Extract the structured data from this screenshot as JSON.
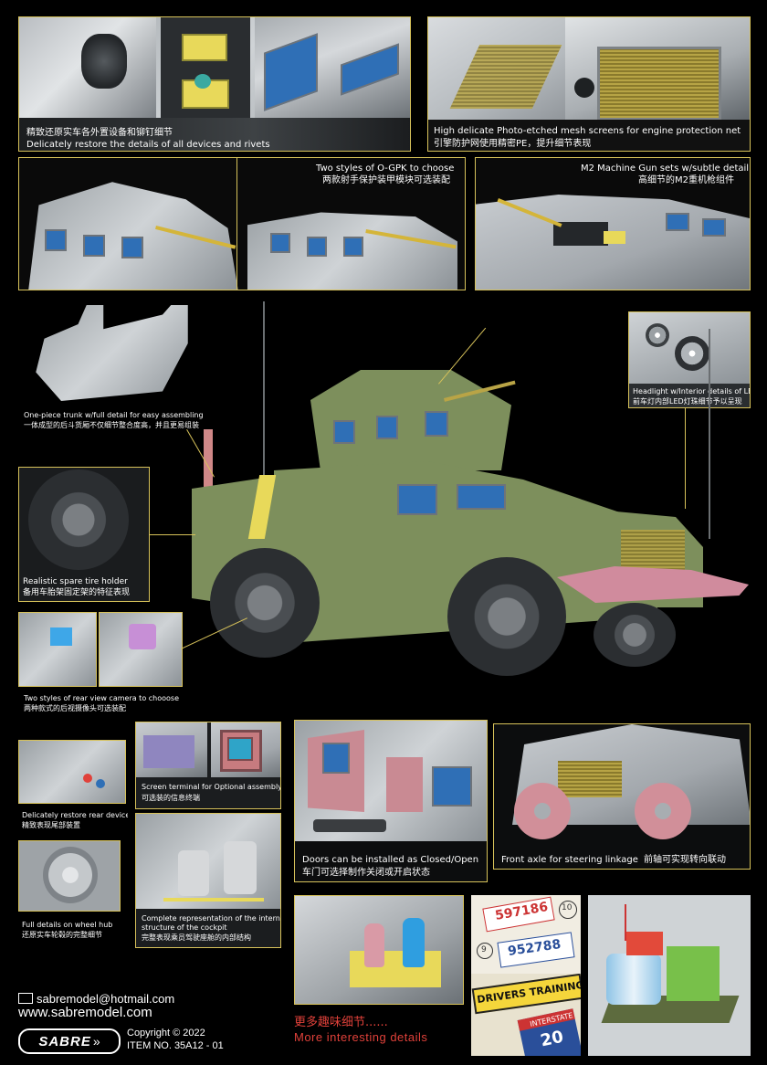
{
  "captions": {
    "devices_cn": "精致还原实车各外置设备和铆钉细节",
    "devices_en": "Delicately restore the details of all devices and rivets",
    "mesh_en": "High delicate Photo-etched mesh screens for engine protection net",
    "mesh_cn": "引擎防护网使用精密PE，提升细节表现",
    "ogpk_en": "Two styles of O-GPK to choose",
    "ogpk_cn": "两款射手保护装甲模块可选装配",
    "m2_en": "M2 Machine Gun sets w/subtle detail",
    "m2_cn": "高细节的M2重机枪组件",
    "headlight_en": "Headlight w/Interior details of LED",
    "headlight_cn": "前车灯内部LED灯珠细节予以呈现",
    "trunk_en": "One-piece trunk w/full detail for easy assembling",
    "trunk_cn": "一体成型的后斗货厢不仅细节整合度高，并且更易组装",
    "spare_en": "Realistic spare tire holder",
    "spare_cn": "备用车胎架固定架的特征表现",
    "camera_en": "Two styles of rear view camera to chooose",
    "camera_cn": "两种款式的后视摄像头可选装配",
    "screen_en": "Screen terminal for Optional assembly",
    "screen_cn": "可选装的信息终端",
    "doors_en": "Doors can be installed as Closed/Open",
    "doors_cn": "车门可选择制作关闭或开启状态",
    "axle_en": "Front axle for steering linkage",
    "axle_cn": "前轴可实现转向联动",
    "rear_en": "Delicately restore rear device",
    "rear_cn": "精致表现尾部装置",
    "hub_en": "Full details on wheel hub",
    "hub_cn": "还原实车轮毂的完整细节",
    "cockpit_en1": "Complete representation of the internal",
    "cockpit_en2": "structure of the cockpit",
    "cockpit_cn": "完整表现乘员驾驶座舱的内部结构"
  },
  "decals": {
    "plate1": "597186",
    "plate2": "952788",
    "circle_a": "10",
    "circle_b": "9",
    "banner": "DRIVERS TRAINING",
    "sign": "INTERSTATE",
    "sign_num": "20"
  },
  "more": {
    "cn": "更多趣味细节......",
    "en": "More interesting details"
  },
  "footer": {
    "email": "sabremodel@hotmail.com",
    "website": "www.sabremodel.com",
    "brand": "SABRE",
    "copyright": "Copyright © 2022",
    "item": "ITEM NO.  35A12 - 01"
  },
  "colors": {
    "border": "#d7c25a",
    "vehicle_green": "#7d8f5c",
    "more_text": "#e0413a"
  }
}
